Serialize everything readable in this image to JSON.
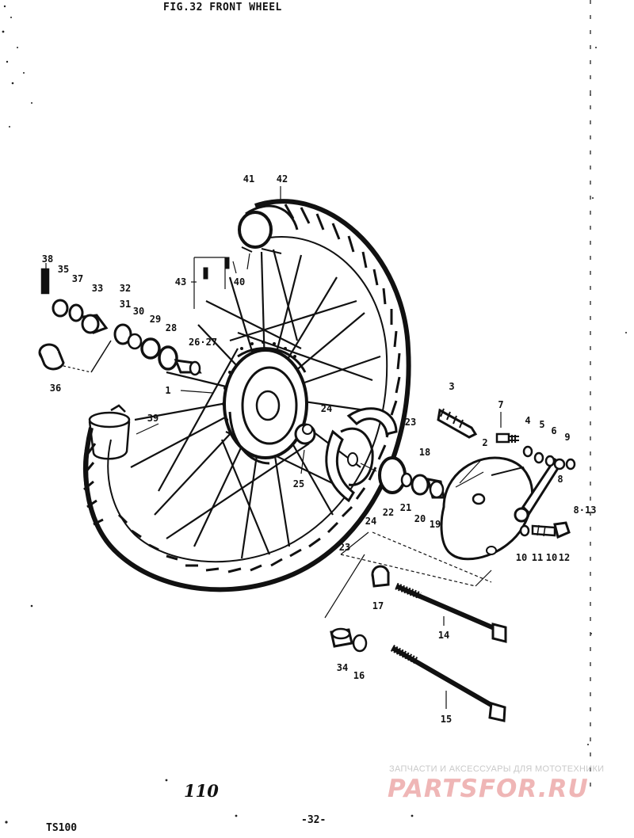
{
  "figure": {
    "title": "FIG.32  FRONT WHEEL",
    "page_number": "110",
    "page_ref": "-32-",
    "model": "TS100"
  },
  "watermark": {
    "caption": "ЗАПЧАСТИ И АКСЕССУАРЫ ДЛЯ МОТОТЕХНИКИ",
    "logo_text": "PARTSFOR.RU",
    "logo_color": "#efb6b6"
  },
  "callouts": {
    "c41": "41",
    "c42": "42",
    "c38": "38",
    "c35": "35",
    "c37": "37",
    "c33": "33",
    "c32": "32",
    "c31": "31",
    "c30": "30",
    "c29": "29",
    "c28": "28",
    "c26_27": "26·27",
    "c43": "43",
    "c40": "40",
    "c36": "36",
    "c1": "1",
    "c39": "39",
    "c3": "3",
    "c7": "7",
    "c4": "4",
    "c5": "5",
    "c6": "6",
    "c9": "9",
    "c8": "8",
    "c24a": "24",
    "c23a": "23",
    "c2": "2",
    "c18": "18",
    "c25": "25",
    "c22": "22",
    "c21": "21",
    "c20": "20",
    "c19": "19",
    "c24b": "24",
    "c23b": "23",
    "c813": "8·13",
    "c10a": "10",
    "c11": "11",
    "c10b": "10",
    "c12": "12",
    "c17": "17",
    "c14": "14",
    "c34": "34",
    "c16": "16",
    "c15": "15"
  },
  "colors": {
    "ink": "#111111",
    "paper": "#ffffff"
  }
}
